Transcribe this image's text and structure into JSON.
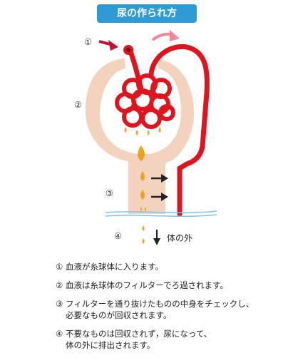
{
  "title": "尿の作られ方",
  "labels": {
    "n1": "①",
    "n2": "②",
    "n3": "③",
    "n4": "④",
    "outside": "体の外"
  },
  "steps": [
    {
      "num": "①",
      "line1": "血液が糸球体に入ります。",
      "line2": ""
    },
    {
      "num": "②",
      "line1": "血液は糸球体のフィルターでろ過されます。",
      "line2": ""
    },
    {
      "num": "③",
      "line1": "フィルターを通り抜けたものの中身をチェックし、",
      "line2": "必要なものが回収されます。"
    },
    {
      "num": "④",
      "line1": "不要なものは回収されず，尿になって、",
      "line2": "体の外に排出されます。"
    }
  ],
  "colors": {
    "badge": "#2f9bd6",
    "tubule": "#f3d3bd",
    "blood": "#e0141e",
    "urine": "#f0a020",
    "arrow_in": "#c8102e",
    "arrow_out": "#f08a96",
    "water": "#7fc4e8"
  }
}
